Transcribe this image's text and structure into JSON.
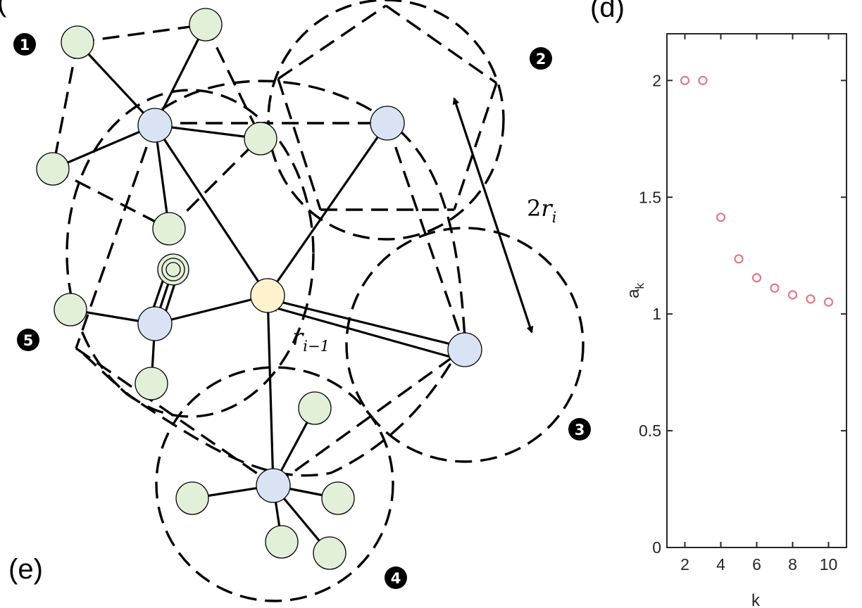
{
  "panel_e": {
    "label": "(e)",
    "partial_label": "(",
    "regions": [
      {
        "id": 1,
        "label": "1"
      },
      {
        "id": 2,
        "label": "2"
      },
      {
        "id": 3,
        "label": "3"
      },
      {
        "id": 4,
        "label": "4"
      },
      {
        "id": 5,
        "label": "5"
      }
    ],
    "annotations": {
      "two_r": {
        "coef": "2",
        "var": "r",
        "sub": "i"
      },
      "r_prev": {
        "var": "r",
        "sub": "i−1"
      }
    },
    "colors": {
      "leaf_node": "#e2efd9",
      "hub_node": "#dae3f3",
      "center_node": "#fff2cc"
    }
  },
  "panel_d": {
    "label": "(d)",
    "chart_data": {
      "type": "scatter",
      "xlabel": "k",
      "ylabel": "a",
      "ylabel_sub": "k",
      "xlim": [
        1,
        11
      ],
      "ylim": [
        0,
        2.2
      ],
      "xticks": [
        2,
        4,
        6,
        8,
        10
      ],
      "yticks": [
        0,
        0.5,
        1,
        1.5,
        2
      ],
      "ytick_labels": [
        "0",
        "0.5",
        "1",
        "1.5",
        "2"
      ],
      "grid": false,
      "marker": "hollow-circle",
      "color": "#e07b85",
      "series": [
        {
          "x": [
            2,
            3,
            4,
            5,
            6,
            7,
            8,
            9,
            10
          ],
          "y": [
            2.0,
            2.0,
            1.414,
            1.236,
            1.155,
            1.111,
            1.082,
            1.064,
            1.051
          ]
        }
      ]
    }
  }
}
